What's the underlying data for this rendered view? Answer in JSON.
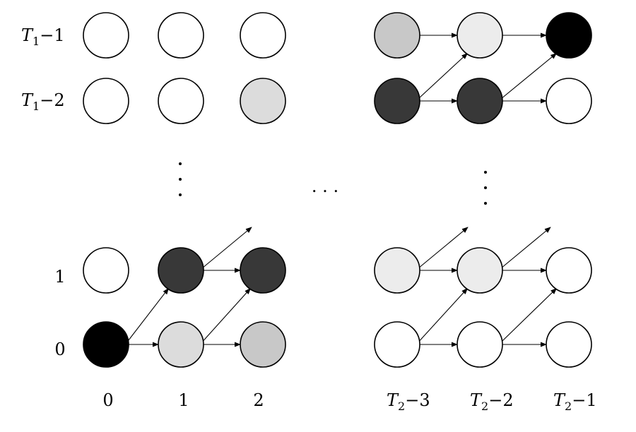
{
  "row_labels": {
    "r_t1m1": {
      "var": "T",
      "sub": "1",
      "tail": "−1"
    },
    "r_t1m2": {
      "var": "T",
      "sub": "1",
      "tail": "−2"
    },
    "r_1": "1",
    "r_0": "0"
  },
  "col_labels": {
    "c_0": "0",
    "c_1": "1",
    "c_2": "2",
    "c_t2m3": {
      "var": "T",
      "sub": "2",
      "tail": "−3"
    },
    "c_t2m2": {
      "var": "T",
      "sub": "2",
      "tail": "−2"
    },
    "c_t2m1": {
      "var": "T",
      "sub": "2",
      "tail": "−1"
    }
  },
  "ellipsis": {
    "horizontal": ". . ."
  },
  "node_fills": {
    "top": [
      "#ffffff",
      "#ffffff",
      "#ffffff",
      "#c8c8c8",
      "#ececec",
      "#000000"
    ],
    "second": [
      "#ffffff",
      "#ffffff",
      "#dcdcdc",
      "#383838",
      "#383838",
      "#ffffff"
    ],
    "row1": [
      "#ffffff",
      "#383838",
      "#383838",
      "#ececec",
      "#ececec",
      "#ffffff"
    ],
    "row0": [
      "#000000",
      "#dcdcdc",
      "#c8c8c8",
      "#ffffff",
      "#ffffff",
      "#ffffff"
    ]
  }
}
